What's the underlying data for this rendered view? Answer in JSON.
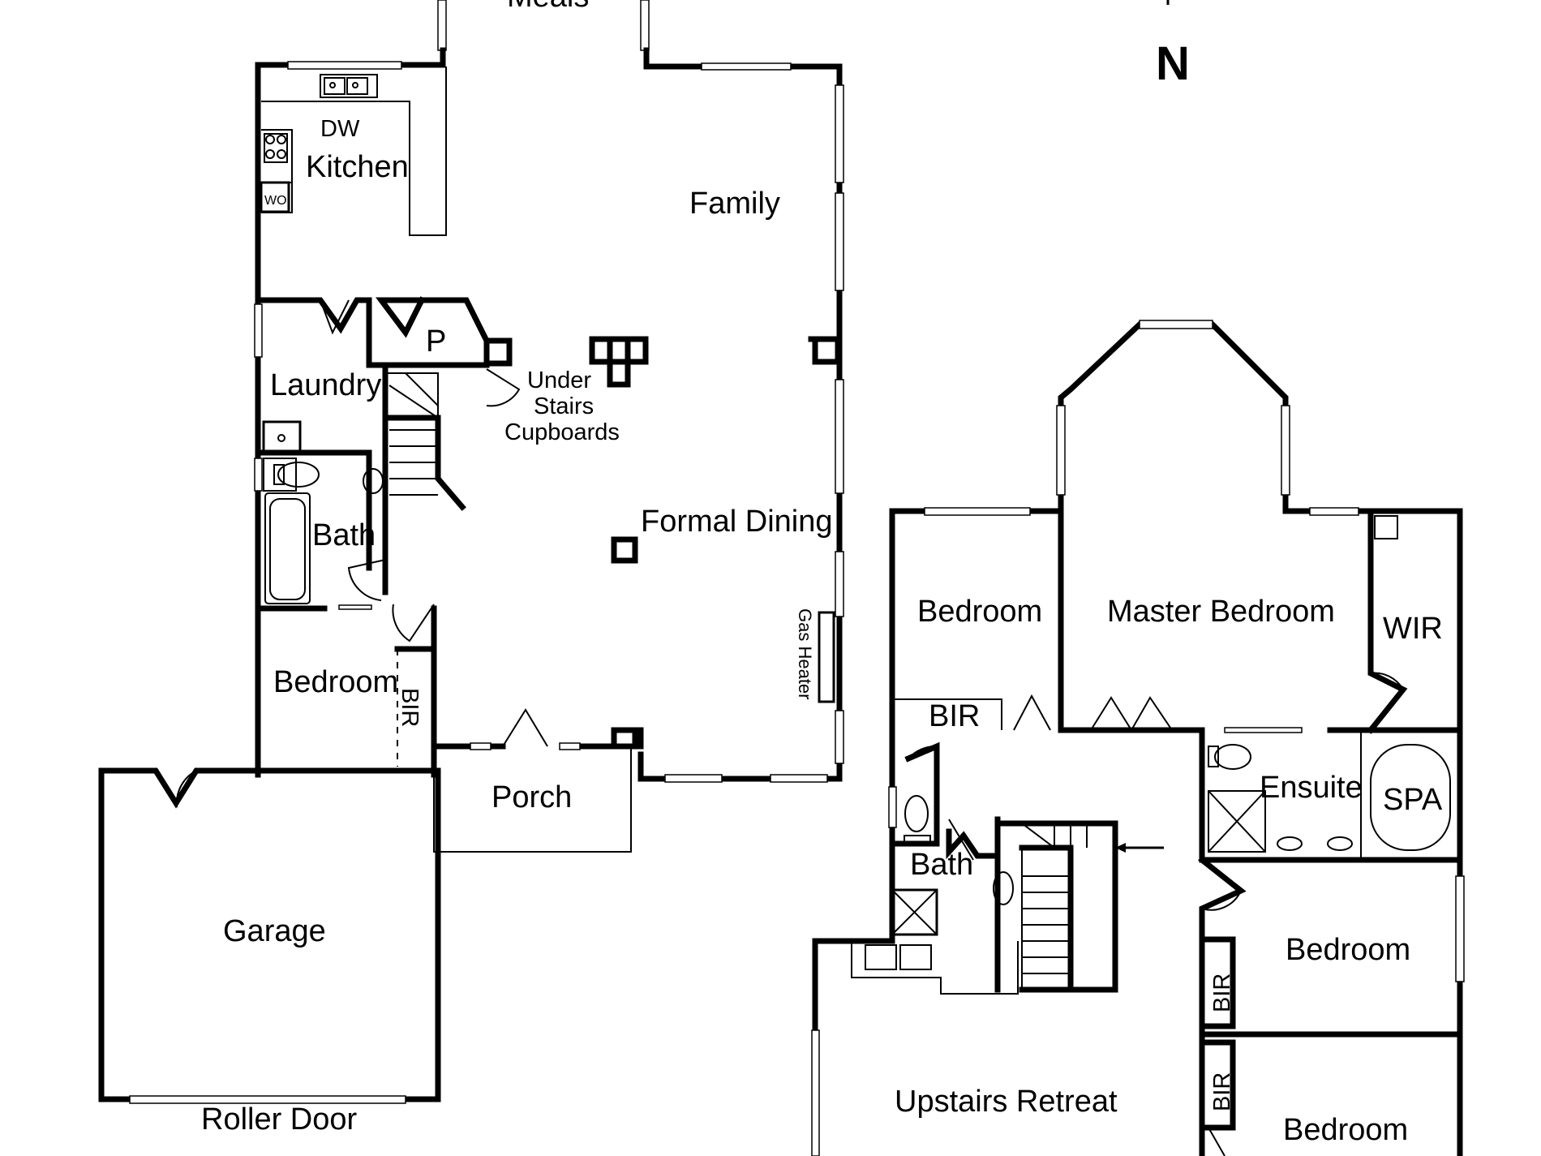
{
  "north_label": "N",
  "ground_floor": {
    "meals": "Meals",
    "kitchen": "Kitchen",
    "dw": "DW",
    "wo": "WO",
    "family": "Family",
    "pantry": "P",
    "laundry": "Laundry",
    "under_stairs_1": "Under",
    "under_stairs_2": "Stairs",
    "under_stairs_3": "Cupboards",
    "bath": "Bath",
    "formal_dining": "Formal Dining",
    "bedroom": "Bedroom",
    "bir": "BIR",
    "gas_heater": "Gas Heater",
    "porch": "Porch",
    "garage": "Garage",
    "roller_door": "Roller Door"
  },
  "first_floor": {
    "bedroom_1": "Bedroom",
    "master_bedroom": "Master Bedroom",
    "wir": "WIR",
    "bir_1": "BIR",
    "ensuite": "Ensuite",
    "spa": "SPA",
    "bath": "Bath",
    "bedroom_2": "Bedroom",
    "bir_2": "BIR",
    "bir_3": "BIR",
    "bedroom_3": "Bedroom",
    "upstairs_retreat": "Upstairs Retreat"
  }
}
